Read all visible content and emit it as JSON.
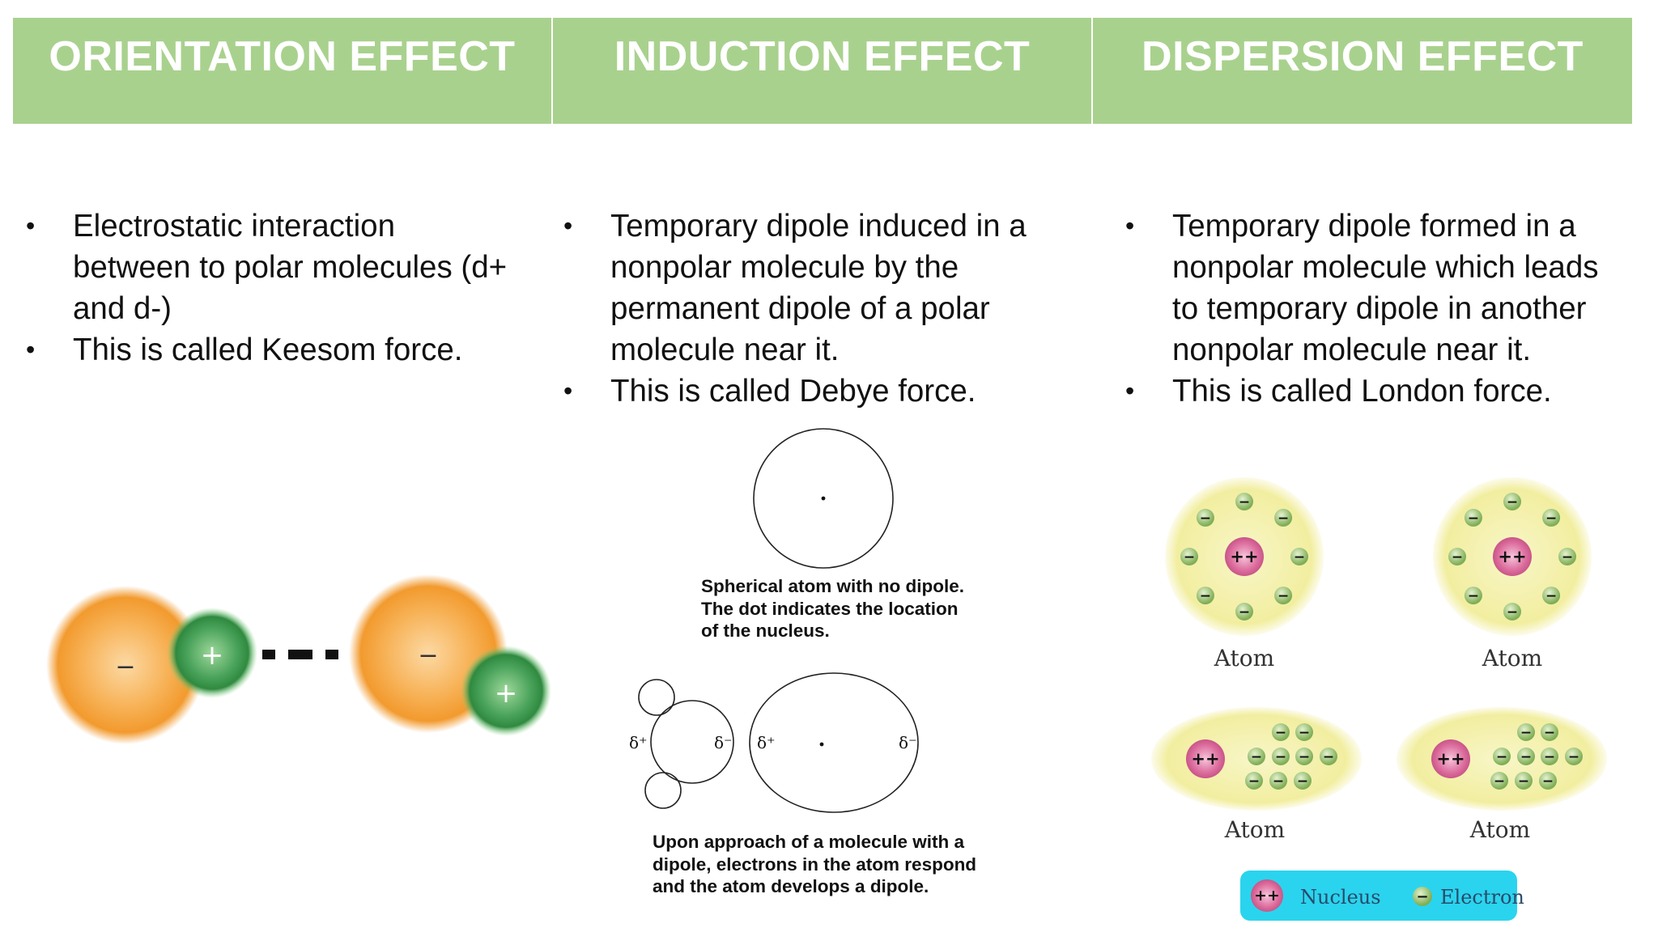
{
  "columns": [
    {
      "header": "ORIENTATION EFFECT",
      "bullets": [
        "Electrostatic interaction between to polar molecules (d+ and d-)",
        "This is called Keesom force."
      ]
    },
    {
      "header": "INDUCTION EFFECT",
      "bullets": [
        "Temporary dipole induced in a nonpolar molecule by the permanent dipole of a polar molecule near it.",
        "This is called Debye force."
      ]
    },
    {
      "header": "DISPERSION EFFECT",
      "bullets": [
        "Temporary dipole formed in a nonpolar molecule which leads to temporary dipole in another nonpolar molecule near it.",
        "This is called London force."
      ]
    }
  ],
  "orientation_figure": {
    "minus": "−",
    "plus": "+"
  },
  "induction_figure": {
    "caption_top": [
      "Spherical atom with no dipole.",
      "The dot indicates the location",
      "of the nucleus."
    ],
    "caption_bottom": [
      "Upon approach of a molecule with a",
      "dipole, electrons in the atom respond",
      "and the atom develops a dipole."
    ],
    "delta_plus": "δ⁺",
    "delta_minus": "δ⁻"
  },
  "dispersion_figure": {
    "atom_label": "Atom",
    "legend_nucleus": "Nucleus",
    "legend_electron": "Electron",
    "nucleus_symbol": "++",
    "electron_symbol": "−"
  },
  "colors": {
    "header_bg": "#a9d18e",
    "header_text": "#ffffff",
    "orange_atom": "#f5a23a",
    "green_atom": "#3f9a4e",
    "atom_cloud": "#f4f1a6",
    "nucleus": "#d9679a",
    "legend_bg": "#2ad4ee"
  }
}
